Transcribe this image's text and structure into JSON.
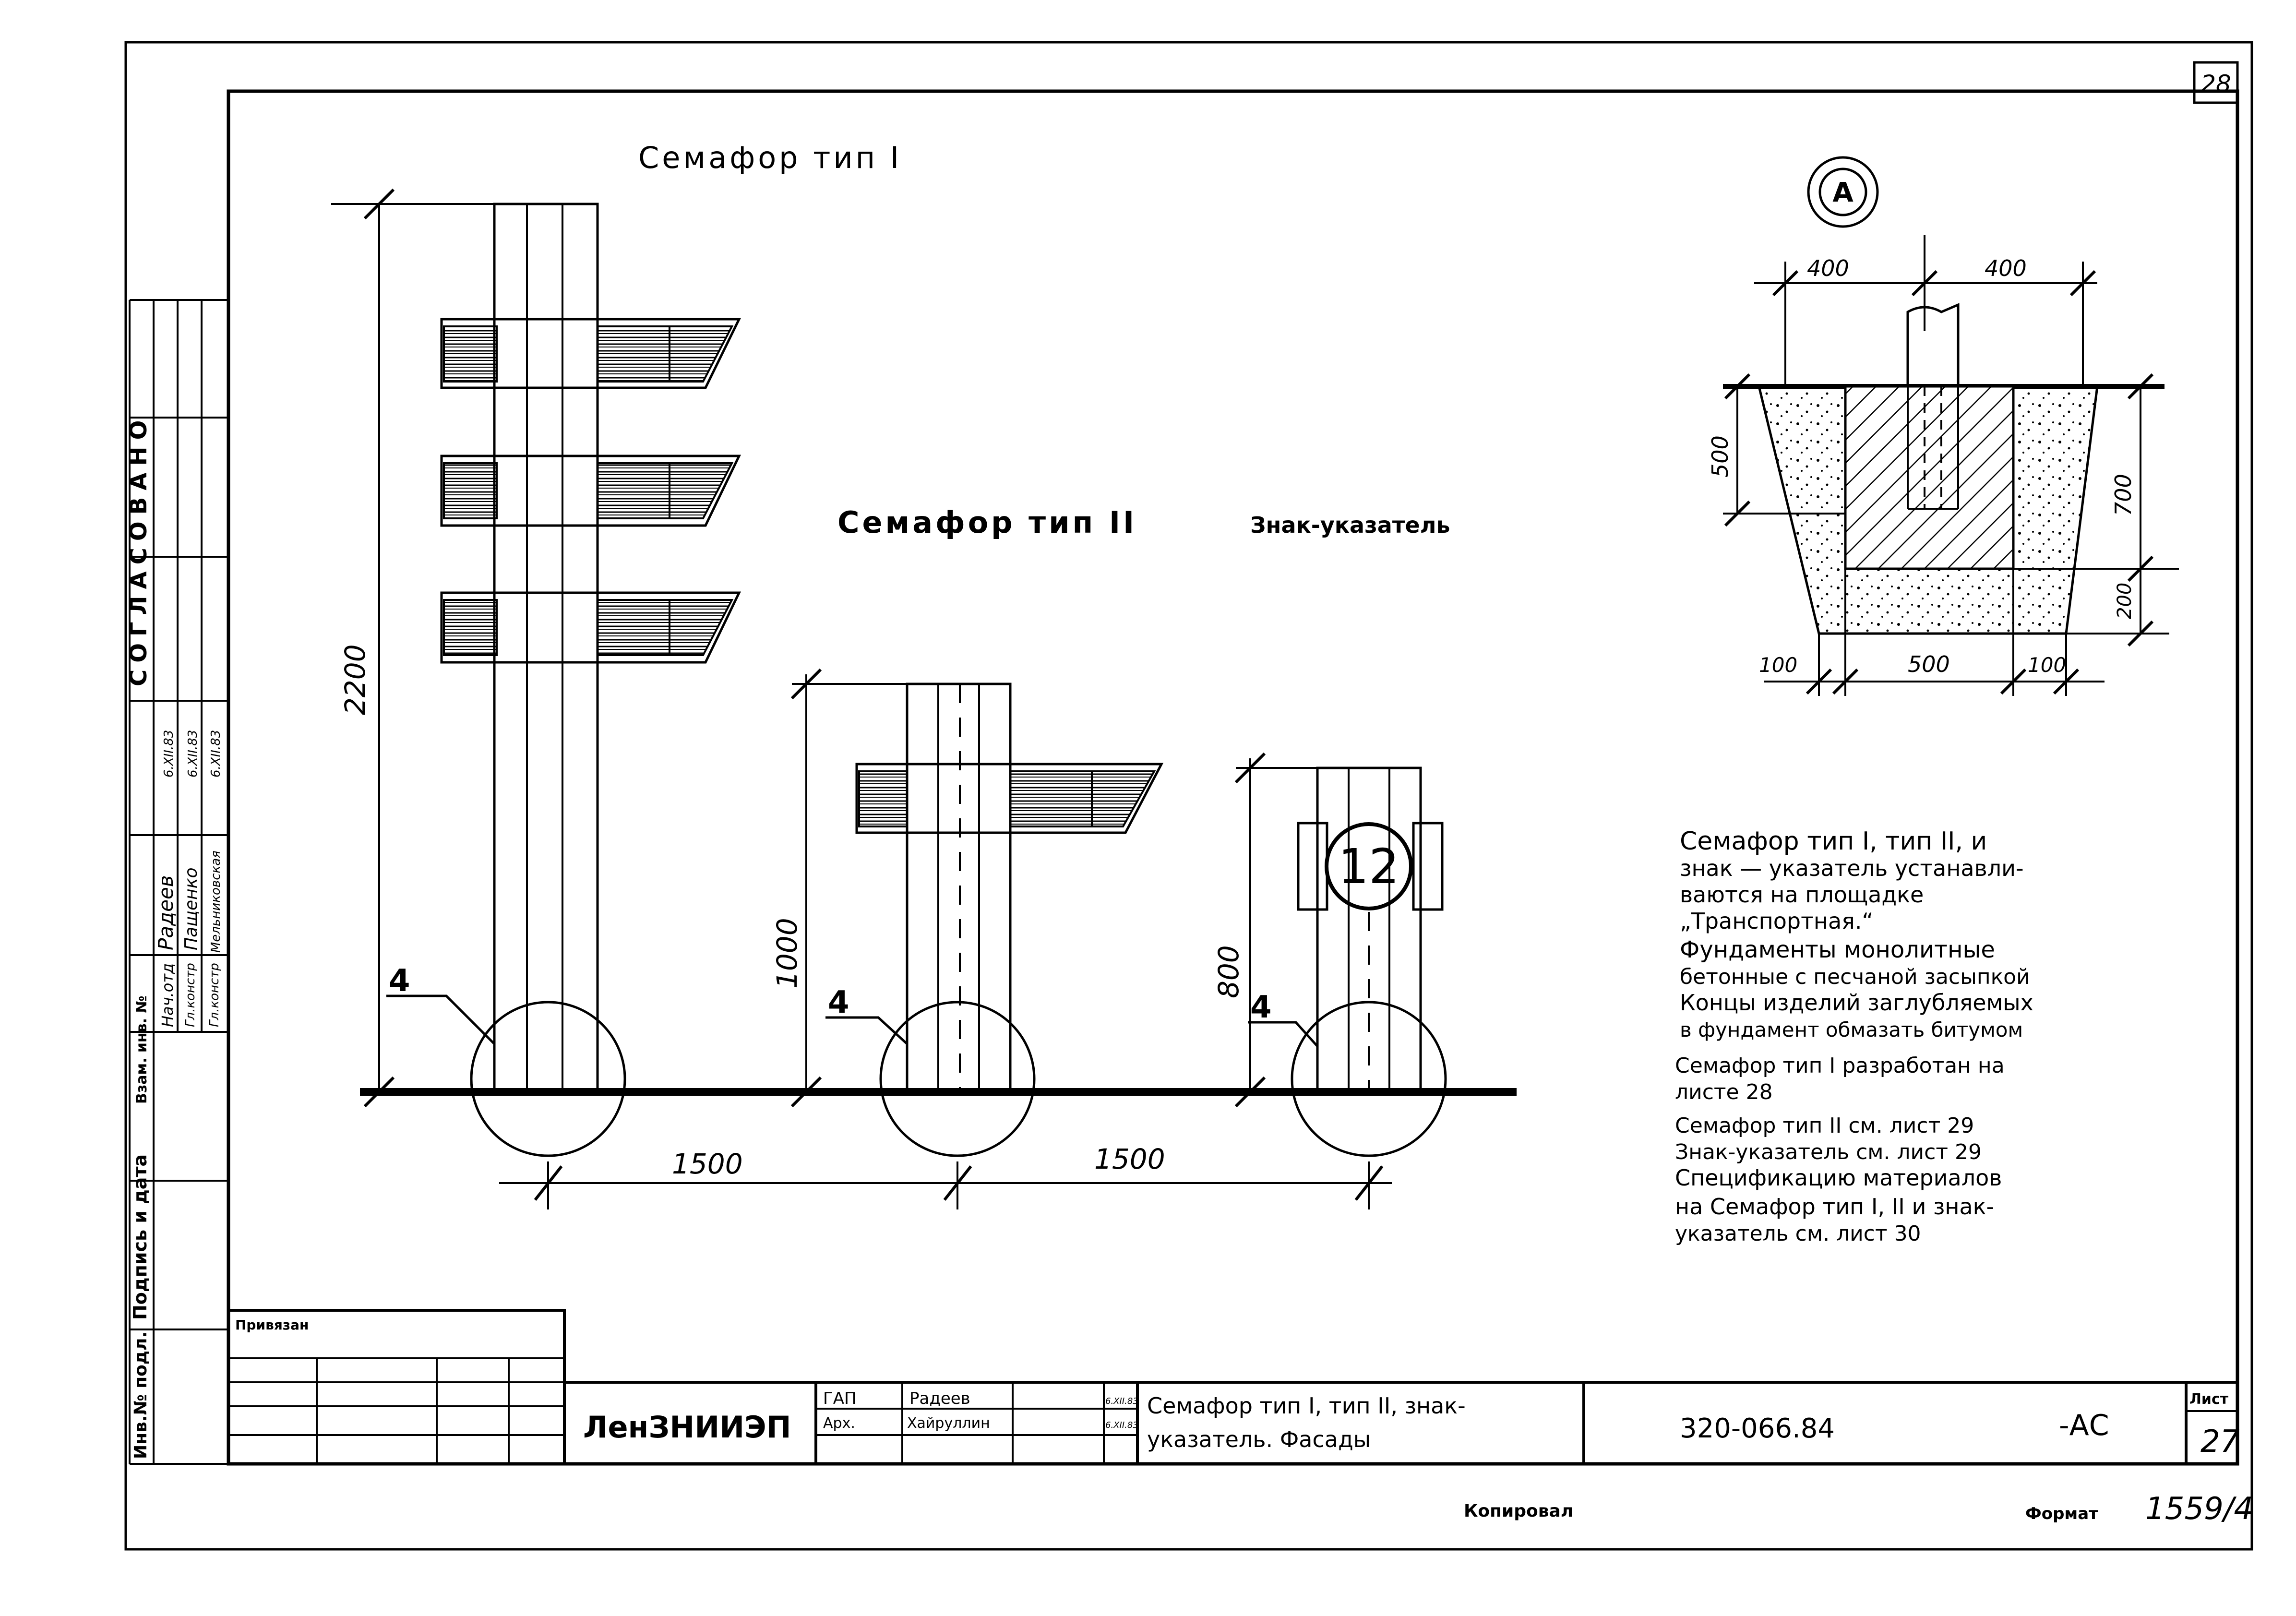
{
  "sheet": {
    "top_number": "28",
    "lower_left_note": "Копировал",
    "format_label": "Формат",
    "format_value": "1559/4"
  },
  "side_stamp": {
    "agreed": "СОГЛАСОВАНО",
    "roles": [
      "Нач.отд",
      "Гл.констр",
      "Гл.констр"
    ],
    "names": [
      "Радеев",
      "Пащенко",
      "Мельниковская"
    ],
    "dates": [
      "6.XII.83",
      "6.XII.83",
      "6.XII.83"
    ],
    "vertical_labels": [
      "Взам. инв. №",
      "Подпись и дата",
      "Инв.№ подл."
    ]
  },
  "drawing": {
    "title_type1": "Семафор тип I",
    "title_type2": "Семафор тип II",
    "title_sign": "Знак-указатель",
    "dim_2200": "2200",
    "dim_1000": "1000",
    "dim_800": "800",
    "dim_1500_a": "1500",
    "dim_1500_b": "1500",
    "leader_a": "4",
    "sign_number": "12"
  },
  "detail_a": {
    "marker": "А",
    "dim_top_left": "400",
    "dim_top_right": "400",
    "dim_500_v": "500",
    "dim_700_v": "700",
    "dim_200_v": "200",
    "dim_bottom_left": "100",
    "dim_bottom_mid": "500",
    "dim_bottom_right": "100"
  },
  "notes": [
    "Семафор тип I, тип II, и",
    "знак — указатель устанавли-",
    "ваются на площадке",
    "„Транспортная.“",
    "Фундаменты монолитные",
    "бетонные с песчаной засыпкой",
    "Концы изделий заглубляемых",
    "в фундамент обмазать битумом",
    "Семафор тип I разработан на",
    "листе 28",
    "Семафор тип II см. лист 29",
    "Знак-указатель см. лист 29",
    "Спецификацию материалов",
    "на Семафор тип I, II и знак-",
    "указатель см. лист 30"
  ],
  "title_block": {
    "privyazan": "Привязан",
    "org": "ЛенЗНИИЭП",
    "roles": [
      "ГАП",
      "Арх."
    ],
    "names": [
      "Радеев",
      "Хайруллин"
    ],
    "dates": [
      "6.XII.83",
      "6.XII.83"
    ],
    "title_line1": "Семафор тип I, тип II, знак-",
    "title_line2": "указатель. Фасады",
    "doc_number": "320-066.84",
    "mark": "-АС",
    "sheet_label": "Лист",
    "sheet_number": "27"
  }
}
